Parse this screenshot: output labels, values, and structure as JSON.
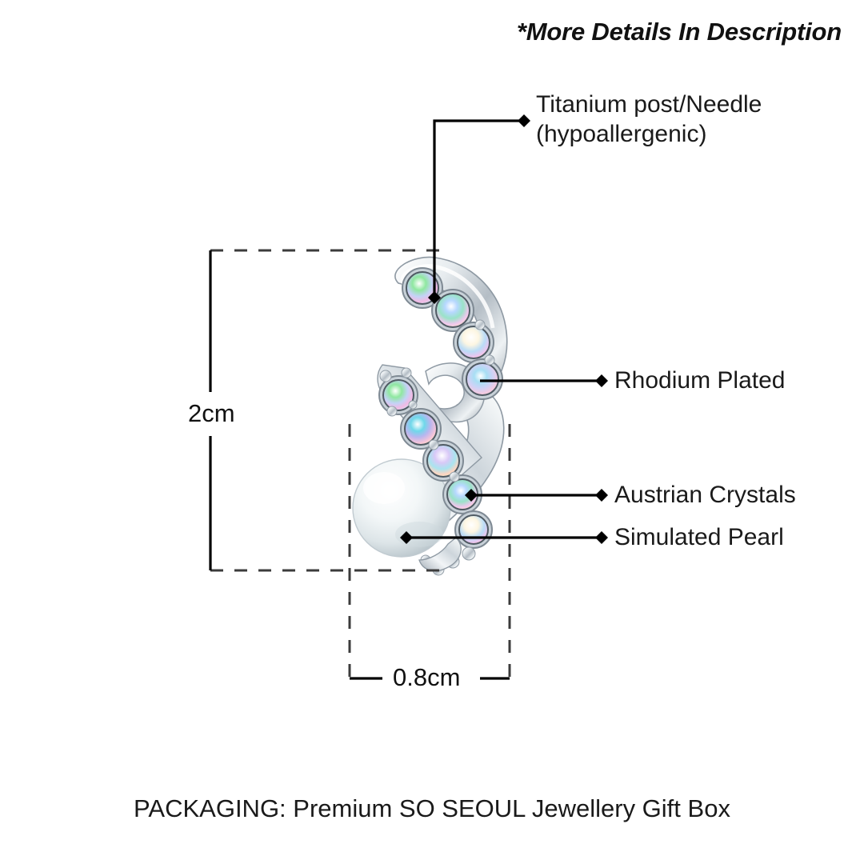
{
  "header": {
    "note": "*More Details In Description"
  },
  "callouts": [
    {
      "id": "titanium-post",
      "label_line1": "Titanium post/Needle",
      "label_line2": "(hypoallergenic)",
      "marker": "diamond-marker"
    },
    {
      "id": "rhodium-plated",
      "label": "Rhodium Plated",
      "marker": "diamond-marker"
    },
    {
      "id": "austrian-crystals",
      "label": "Austrian Crystals",
      "marker": "diamond-marker"
    },
    {
      "id": "simulated-pearl",
      "label": "Simulated Pearl",
      "marker": "diamond-marker"
    }
  ],
  "dimensions": {
    "height": "2cm",
    "width": "0.8cm"
  },
  "footer": {
    "packaging": "PACKAGING: Premium SO SEOUL Jewellery Gift Box"
  },
  "product": {
    "metal_color": "#d8dde2",
    "metal_highlight": "#ffffff",
    "metal_shadow": "#9aa3ac",
    "pearl_color": "#f4f7f8",
    "pearl_shadow": "#c3cdd2",
    "crystal_colors": [
      "#9ee8a8",
      "#b9c8f2",
      "#f0b9e2",
      "#a9e9f0",
      "#fbf3d8",
      "#e9d2f5"
    ]
  }
}
